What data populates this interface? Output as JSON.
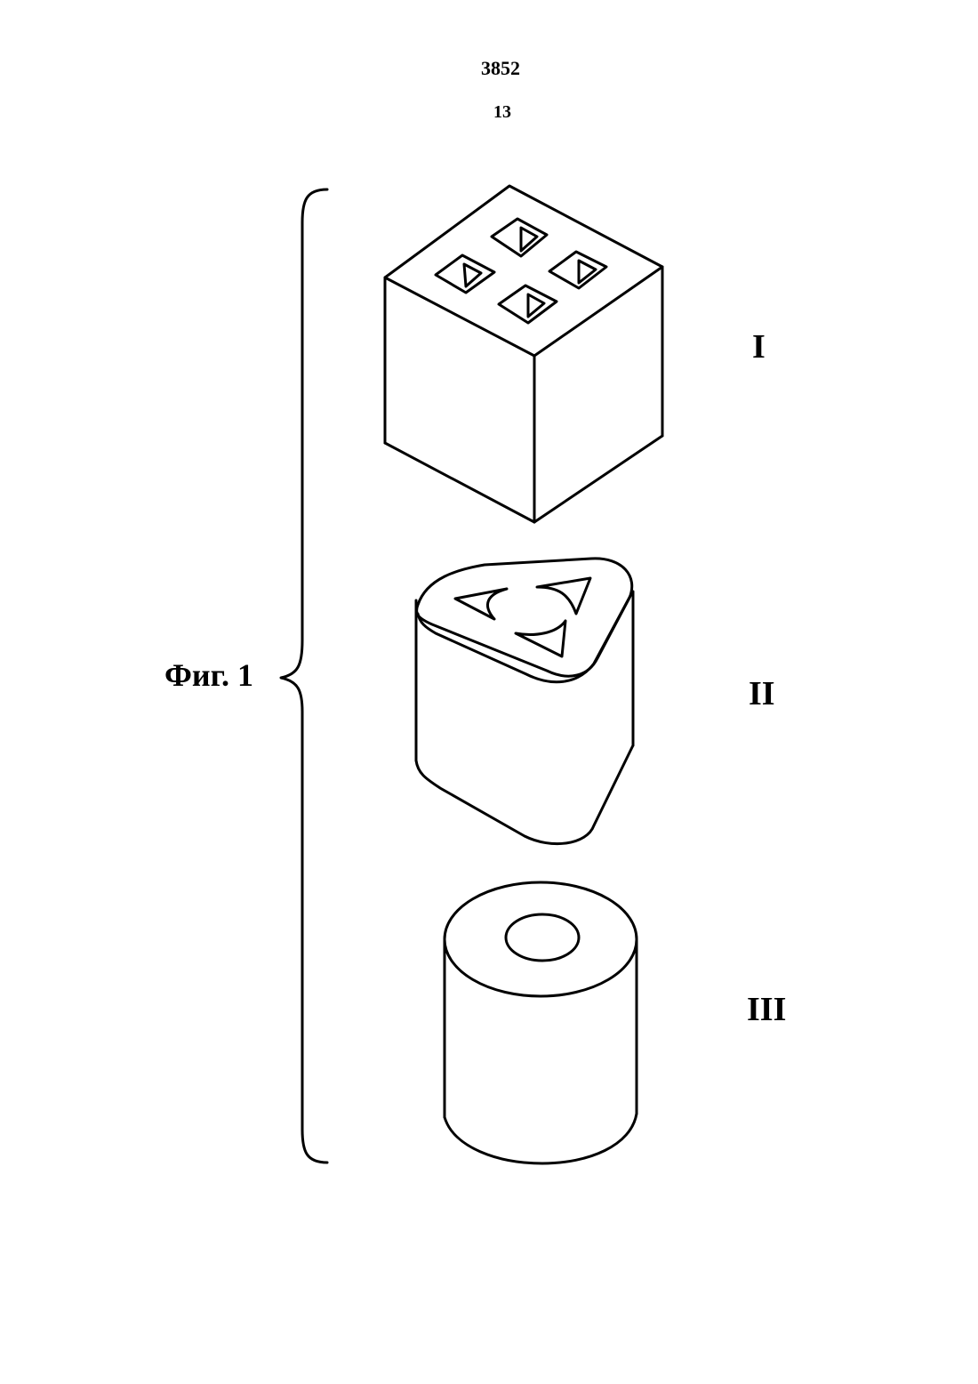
{
  "header": {
    "document_number": "3852",
    "page_number": "13"
  },
  "figure": {
    "caption": "Фиг. 1",
    "labels": [
      "I",
      "II",
      "III"
    ]
  },
  "colors": {
    "ink": "#000000",
    "paper": "#ffffff"
  }
}
